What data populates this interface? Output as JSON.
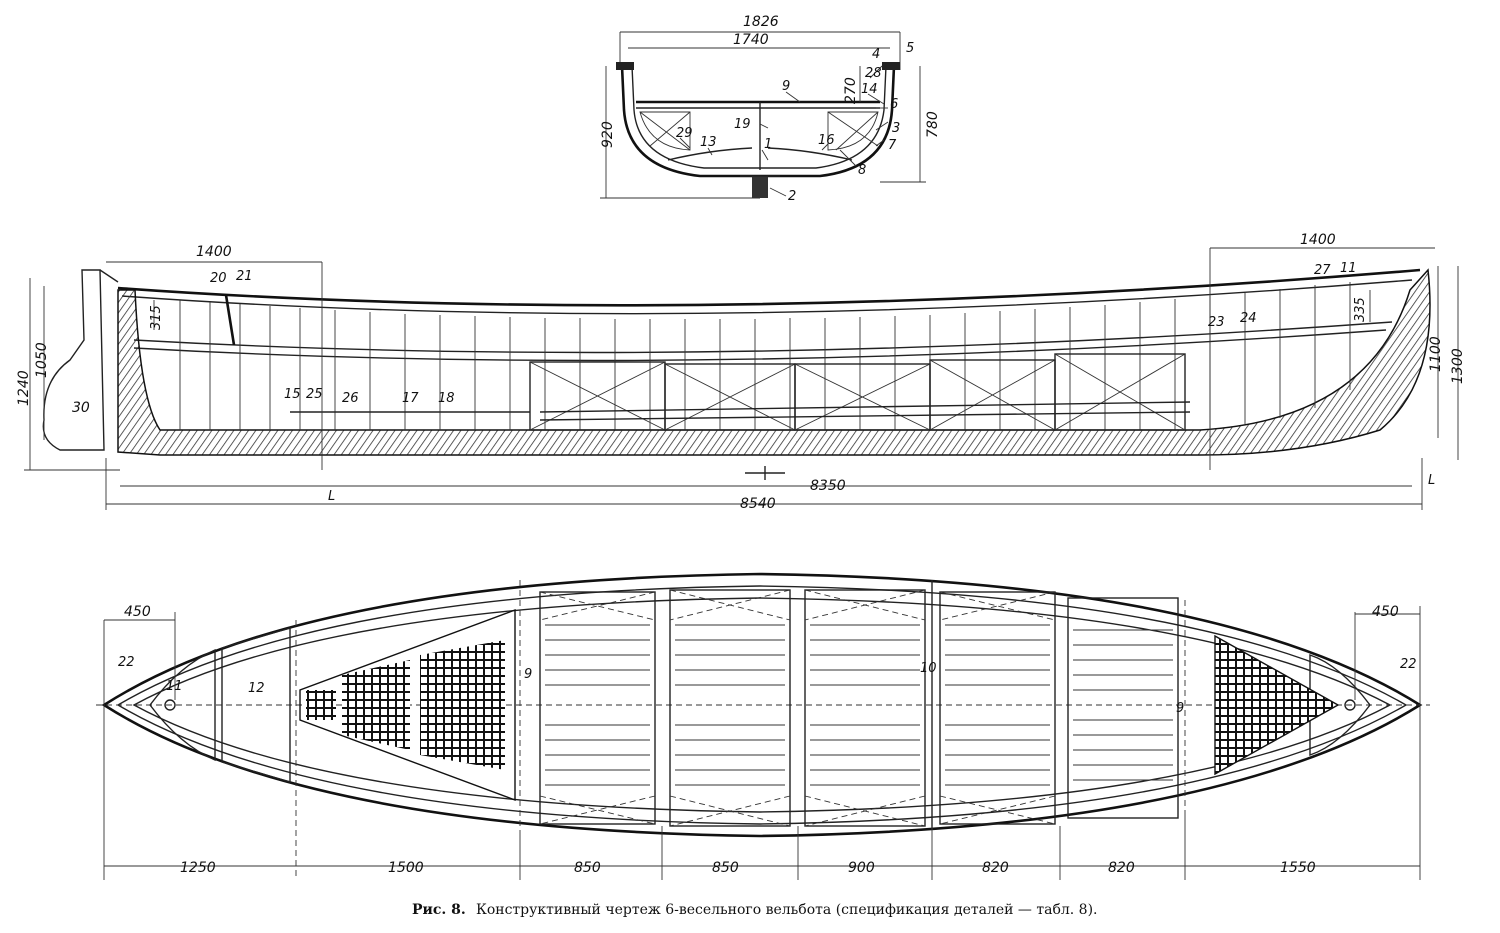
{
  "caption": {
    "prefix": "Рис. 8.",
    "text": "Конструктивный чертеж 6-весельного вельбота (спецификация деталей — табл. 8)."
  },
  "section": {
    "dims": [
      "1826",
      "1740",
      "270",
      "920",
      "780"
    ],
    "labels": [
      "4",
      "5",
      "28",
      "14",
      "9",
      "6",
      "3",
      "7",
      "19",
      "29",
      "13",
      "1",
      "16",
      "8",
      "2"
    ]
  },
  "profile": {
    "dims": [
      "1400",
      "1400",
      "1050",
      "1240",
      "315",
      "335",
      "1100",
      "1300",
      "8350",
      "8540"
    ],
    "labels": [
      "20",
      "21",
      "27",
      "11",
      "23",
      "24",
      "15",
      "25",
      "26",
      "17",
      "18",
      "30"
    ],
    "marks": [
      "L",
      "L"
    ]
  },
  "plan": {
    "dims": [
      "450",
      "450",
      "1250",
      "1500",
      "850",
      "850",
      "900",
      "820",
      "820",
      "1550"
    ],
    "labels": [
      "22",
      "11",
      "12",
      "9",
      "10",
      "9",
      "22"
    ]
  }
}
